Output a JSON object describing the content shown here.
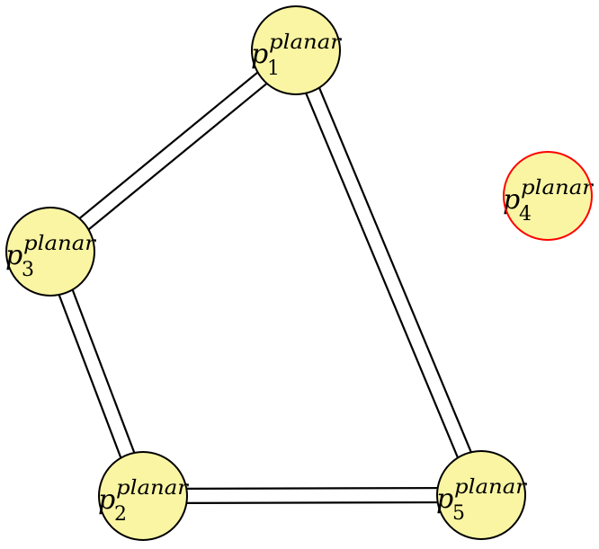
{
  "diagram": {
    "colors": {
      "node_fill": "#faf5a3",
      "node_border": "#000000",
      "highlight_border": "#ff0000",
      "edge": "#000000"
    },
    "nodes": [
      {
        "id": "p1",
        "base": "p",
        "sub": "1",
        "sup": "planar",
        "highlighted": false
      },
      {
        "id": "p2",
        "base": "p",
        "sub": "2",
        "sup": "planar",
        "highlighted": false
      },
      {
        "id": "p3",
        "base": "p",
        "sub": "3",
        "sup": "planar",
        "highlighted": false
      },
      {
        "id": "p4",
        "base": "p",
        "sub": "4",
        "sup": "planar",
        "highlighted": true
      },
      {
        "id": "p5",
        "base": "p",
        "sub": "5",
        "sup": "planar",
        "highlighted": false
      }
    ],
    "edges": [
      {
        "from": "p1",
        "to": "p3",
        "double": true
      },
      {
        "from": "p1",
        "to": "p5",
        "double": true
      },
      {
        "from": "p3",
        "to": "p2",
        "double": true
      },
      {
        "from": "p2",
        "to": "p5",
        "double": true
      }
    ]
  }
}
